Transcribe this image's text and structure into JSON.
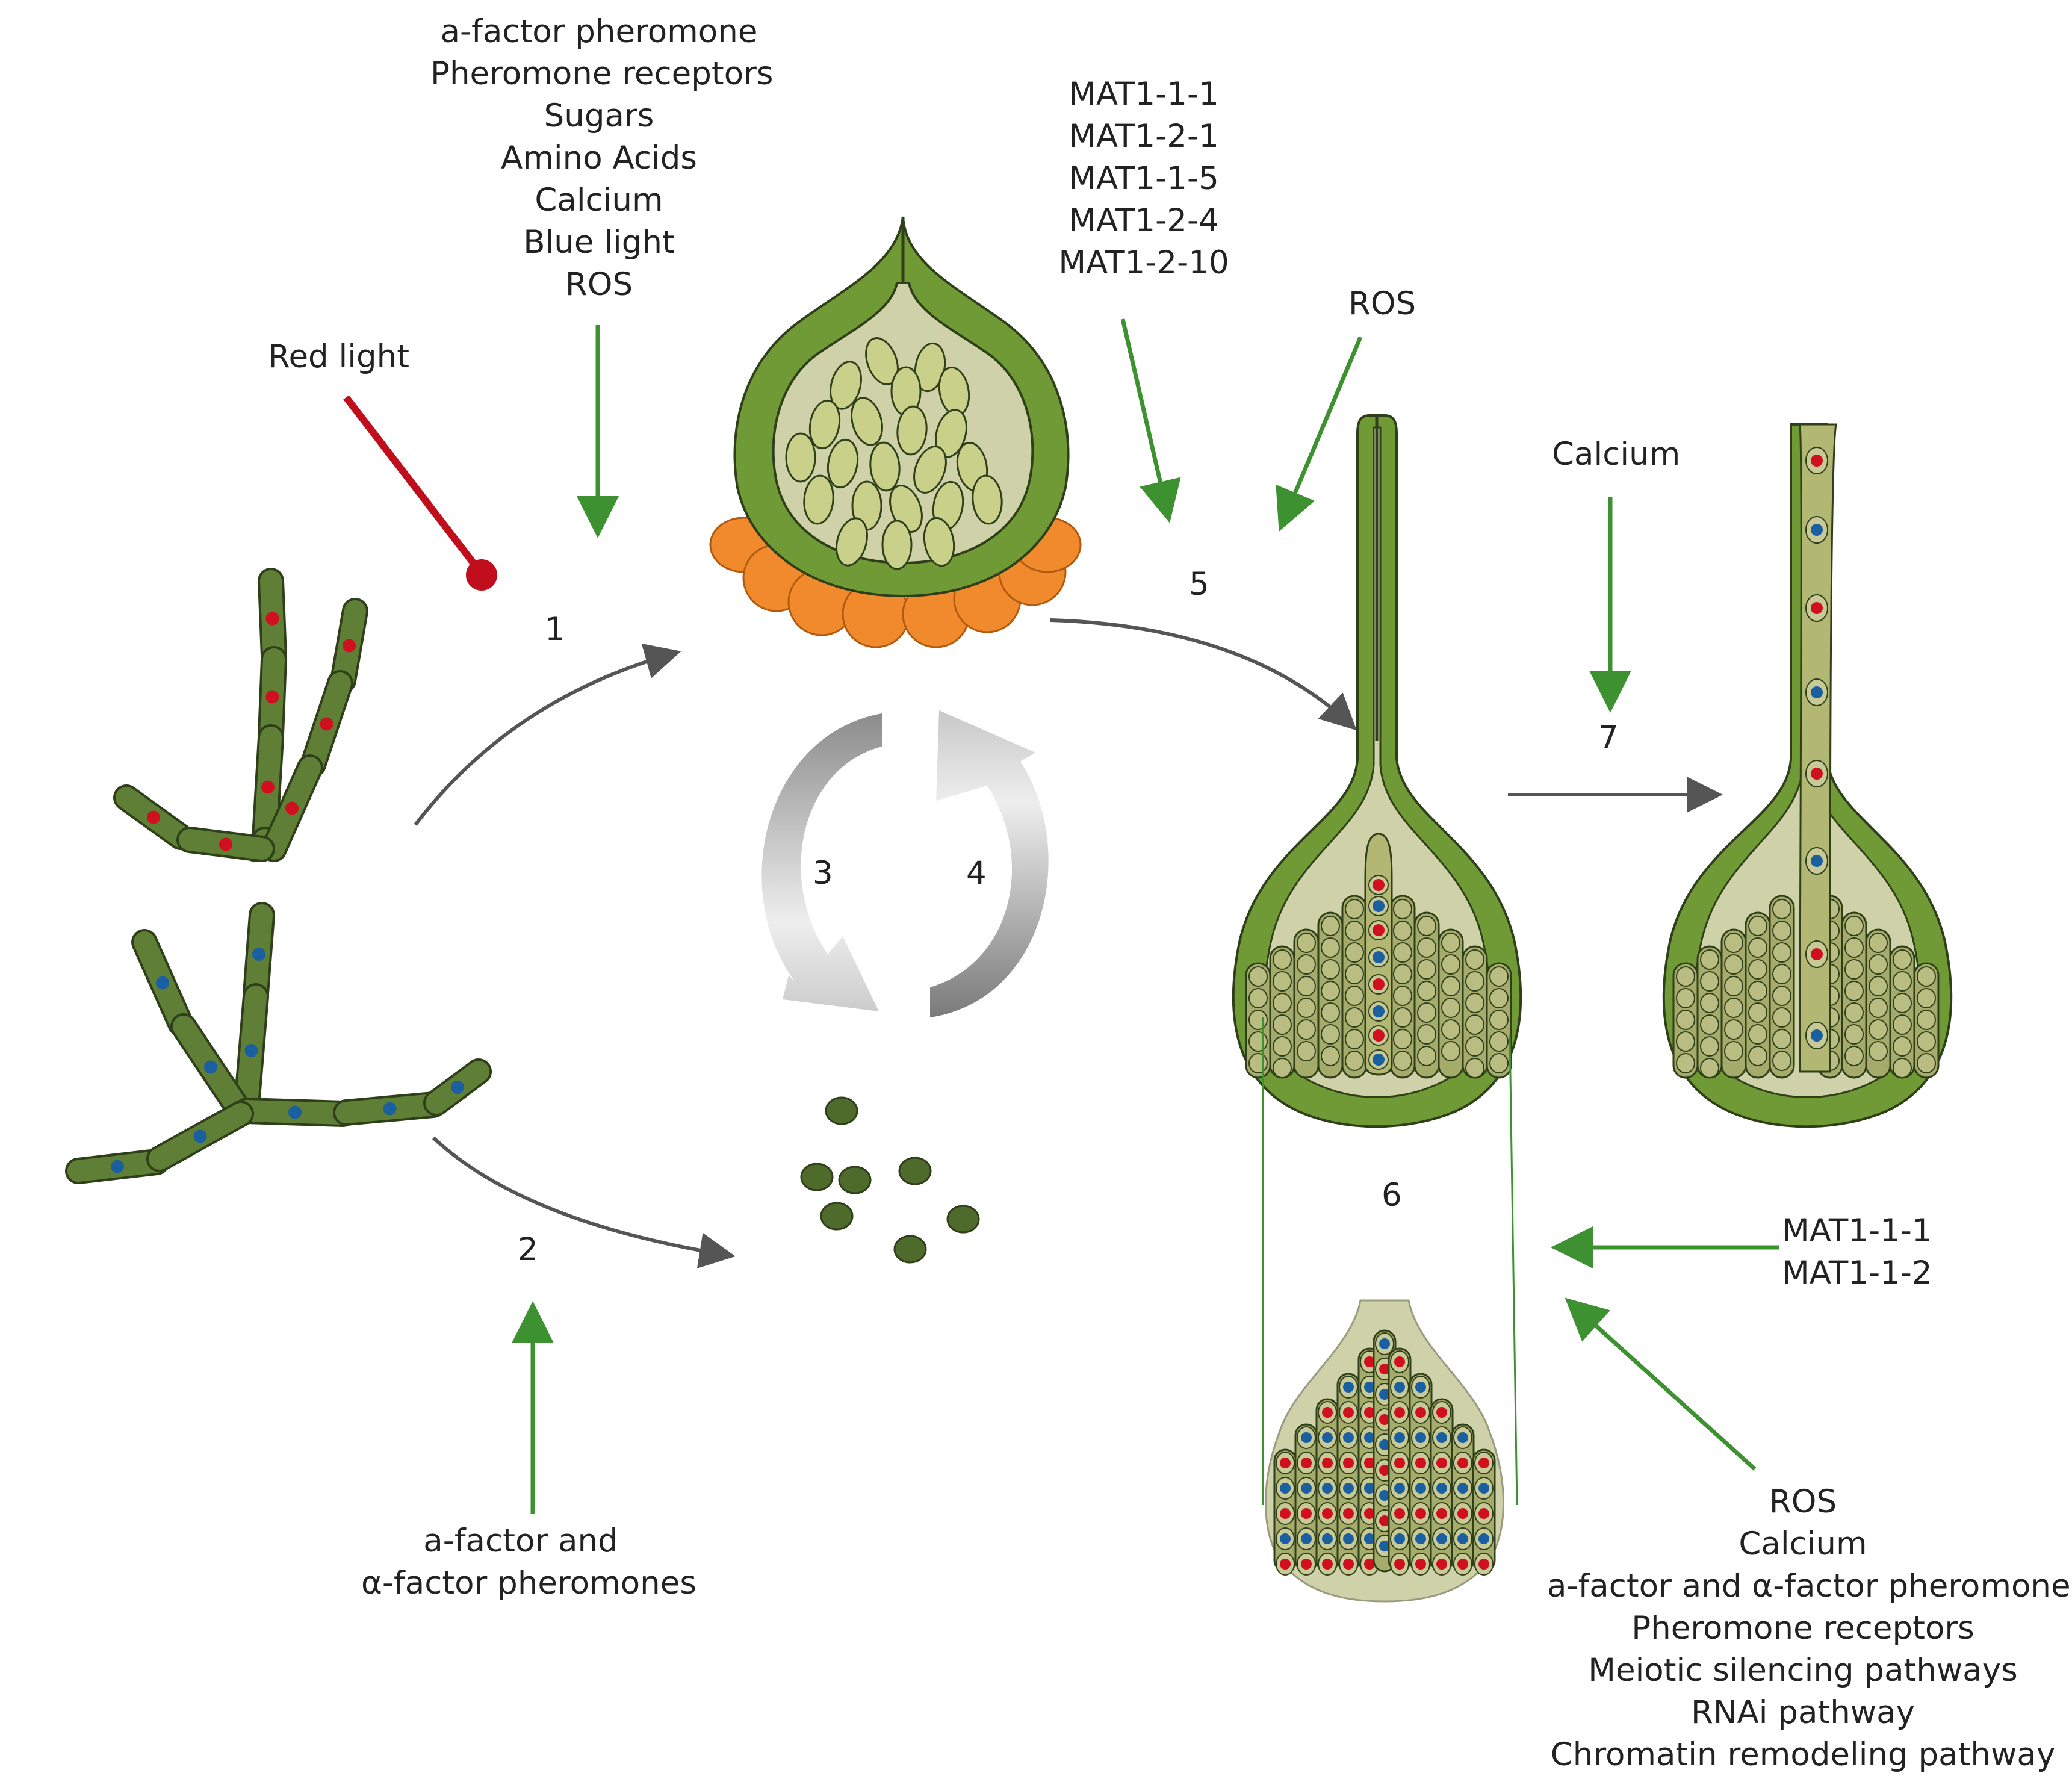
{
  "labels": {
    "red_light": "Red light",
    "top_factors": [
      "a-factor pheromone",
      "Pheromone receptors",
      "Sugars",
      "Amino Acids",
      "Calcium",
      "Blue light",
      "ROS"
    ],
    "mat_top": [
      "MAT1-1-1",
      "MAT1-2-1",
      "MAT1-1-5",
      "MAT1-2-4",
      "MAT1-2-10"
    ],
    "ros_top": "ROS",
    "calcium": "Calcium",
    "bottom_left": [
      "a-factor and",
      "α-factor pheromones"
    ],
    "mat_right": [
      "MAT1-1-1",
      "MAT1-1-2"
    ],
    "bottom_right": [
      "ROS",
      "Calcium",
      "a-factor and α-factor pheromones",
      "Pheromone receptors",
      "Meiotic silencing pathways",
      "RNAi pathway",
      "Chromatin remodeling pathway"
    ]
  },
  "steps": [
    "1",
    "2",
    "3",
    "4",
    "5",
    "6",
    "7"
  ],
  "colors": {
    "hypha_fill": "#5e7f35",
    "hypha_stroke": "#2f3f1a",
    "nucleus_red": "#d0101e",
    "nucleus_blue": "#1a5fa0",
    "wall_green": "#6f9a36",
    "interior": "#cfd2a8",
    "spore_fill": "#c9d08a",
    "orange": "#f18a2c",
    "activation_arrow": "#3d9130",
    "inhibition_line": "#c00e1d",
    "flow_arrow": "#555555",
    "cycle_arrow": "#a9a9a9",
    "conidia": "#4f6b2c"
  }
}
